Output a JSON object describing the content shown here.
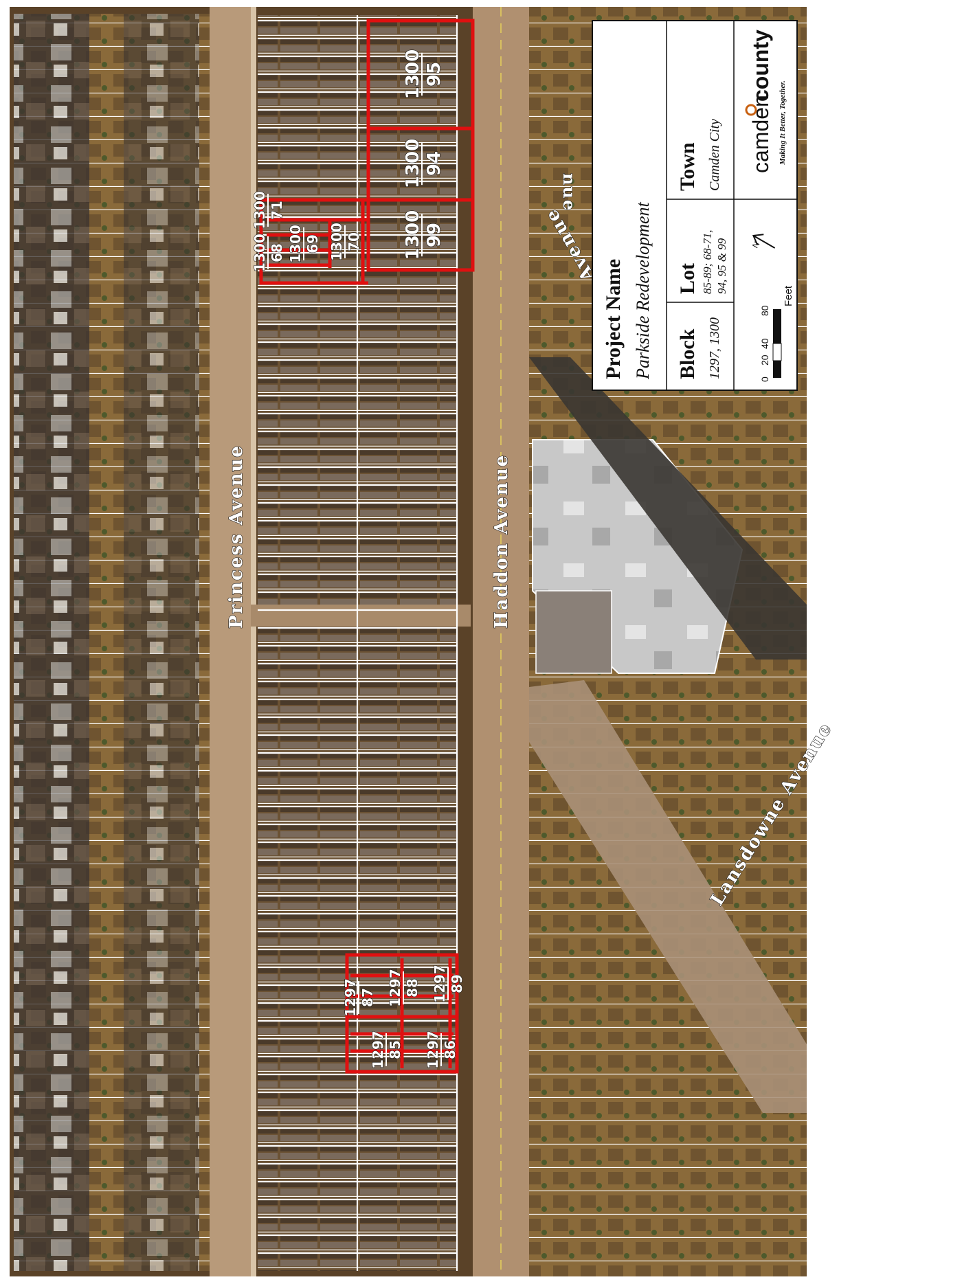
{
  "streets": {
    "princess": "Princess Avenue",
    "haddon": "Haddon Avenue",
    "whitman": "Whitman Avenue",
    "lansdowne": "Lansdowne Avenue",
    "partial": "nue"
  },
  "parcels": [
    {
      "block": "1300",
      "lot": "95"
    },
    {
      "block": "1300",
      "lot": "94"
    },
    {
      "block": "1300",
      "lot": "99"
    },
    {
      "block": "1300",
      "lot": "71"
    },
    {
      "block": "1300",
      "lot": "68"
    },
    {
      "block": "1300",
      "lot": "69"
    },
    {
      "block": "1300",
      "lot": "70"
    },
    {
      "block": "1297",
      "lot": "87"
    },
    {
      "block": "1297",
      "lot": "88"
    },
    {
      "block": "1297",
      "lot": "89"
    },
    {
      "block": "1297",
      "lot": "85"
    },
    {
      "block": "1297",
      "lot": "86"
    }
  ],
  "legend": {
    "project_label": "Project Name",
    "project_value": "Parkside Redevelopment",
    "block_label": "Block",
    "block_value": "1297, 1300",
    "lot_label": "Lot",
    "lot_value_1": "85-89; 68-71,",
    "lot_value_2": "94, 95 & 99",
    "town_label": "Town",
    "town_value": "Camden City",
    "scale_ticks": [
      "0",
      "20",
      "40",
      "80"
    ],
    "scale_unit": "Feet",
    "logo_word_1": "camden",
    "logo_word_2": "county",
    "tagline": "Making It Better, Together."
  },
  "colors": {
    "parcel_outline": "#e01010",
    "parcel_labels": "#ffffff",
    "street_labels": "#ffffff",
    "legend_bg": "#ffffff",
    "aerial_base": "#5a4228"
  }
}
